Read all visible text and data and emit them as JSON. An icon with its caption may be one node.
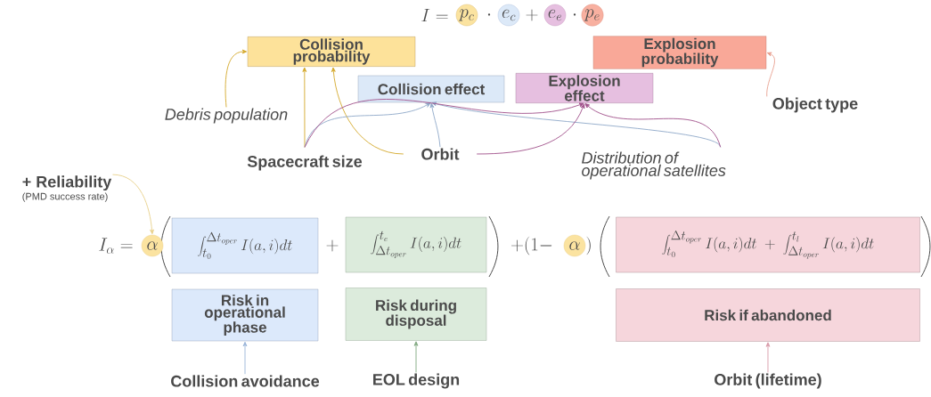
{
  "diagram": {
    "nodes": [
      {
        "text": [
          "p_c"
        ]
      },
      {
        "text": [
          "e_c"
        ]
      },
      {
        "text": [
          "e_e"
        ]
      },
      {
        "text": [
          "p_e"
        ]
      },
      {
        "text": [
          "Collision probability"
        ]
      },
      {
        "text": [
          "Explosion probability"
        ]
      },
      {
        "text": [
          "Collision effect"
        ]
      },
      {
        "text": [
          "Explosion effect"
        ]
      },
      {
        "text": [
          "Debris population"
        ]
      },
      {
        "text": [
          "Object type"
        ]
      },
      {
        "text": [
          "Spacecraft size"
        ]
      },
      {
        "text": [
          "Orbit"
        ]
      },
      {
        "text": [
          "Distribution of operational satellites"
        ]
      },
      {
        "text": [
          "+ Reliability",
          "(PMD success rate)"
        ]
      },
      {
        "text": [
          "\\alpha"
        ]
      },
      {
        "text": [
          "\\int_{t_0}^{\\Delta t_{oper}} I(a,i)dt"
        ]
      },
      {
        "text": [
          "\\int_{\\Delta t_{oper}}^{t_e} I(a,i)dt"
        ]
      },
      {
        "text": [
          "\\alpha"
        ]
      },
      {
        "text": [
          "\\int_{t_0}^{\\Delta t_{oper}} I(a,i)dt + \\int_{\\Delta t_{oper}}^{t_l} I(a,i)dt"
        ]
      },
      {
        "text": [
          "Risk in operational phase"
        ]
      },
      {
        "text": [
          "Risk during disposal"
        ]
      },
      {
        "text": [
          "Risk if abandoned"
        ]
      },
      {
        "text": [
          "Collision avoidance"
        ]
      },
      {
        "text": [
          "EOL design"
        ]
      },
      {
        "text": [
          "Orbit (lifetime)"
        ]
      }
    ],
    "edges": [
      {
        "from": 8,
        "to": 4,
        "arrow": "to",
        "color": "#d4a82a"
      },
      {
        "from": 10,
        "to": 4,
        "arrow": "to",
        "color": "#d4a82a"
      },
      {
        "from": 11,
        "to": 4,
        "arrow": "to",
        "color": "#d4a82a"
      },
      {
        "from": 9,
        "to": 5,
        "arrow": "to",
        "color": "#e8a090"
      },
      {
        "from": 10,
        "to": 6,
        "arrow": "to",
        "color": "#8fa8c8"
      },
      {
        "from": 11,
        "to": 6,
        "arrow": "to",
        "color": "#8fa8c8"
      },
      {
        "from": 12,
        "to": 6,
        "arrow": "to",
        "color": "#8fa8c8"
      },
      {
        "from": 10,
        "to": 7,
        "arrow": "to",
        "color": "#a0508a"
      },
      {
        "from": 11,
        "to": 7,
        "arrow": "to",
        "color": "#a0508a"
      },
      {
        "from": 12,
        "to": 7,
        "arrow": "to",
        "color": "#a0508a"
      },
      {
        "from": 13,
        "to": 14,
        "arrow": "to",
        "color": "#e8d08a"
      },
      {
        "from": 22,
        "to": 19,
        "arrow": "to",
        "color": "#9ab4d8"
      },
      {
        "from": 23,
        "to": 20,
        "arrow": "to",
        "color": "#80a880"
      },
      {
        "from": 24,
        "to": 21,
        "arrow": "to",
        "color": "#d89aa8"
      }
    ],
    "labels": [
      "I =",
      "\\cdot",
      "+",
      "\\cdot",
      "I_\\alpha =",
      "+",
      "+ (1 -",
      ")"
    ]
  }
}
